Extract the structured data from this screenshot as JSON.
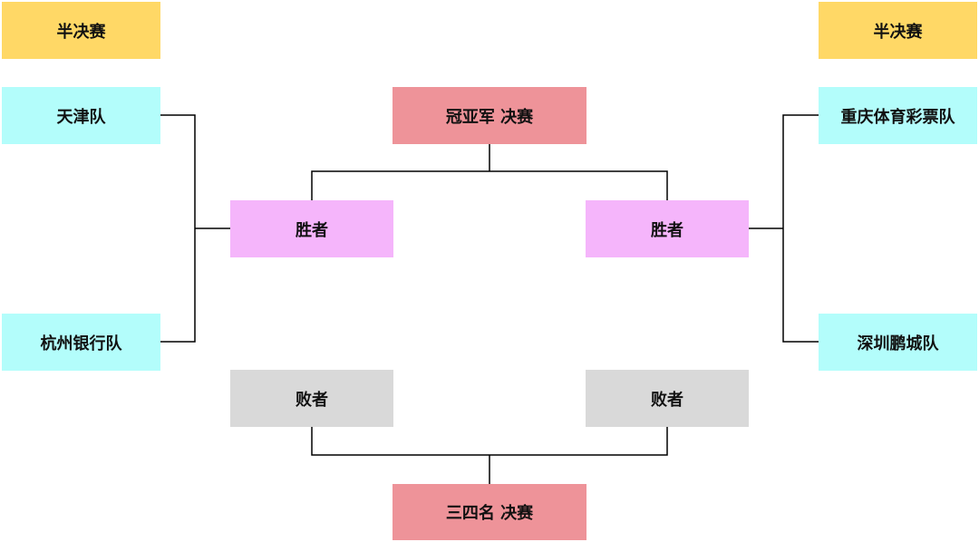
{
  "colors": {
    "header": "#ffd866",
    "team": "#b3fdfb",
    "final": "#ee9399",
    "winner": "#f5b5fb",
    "loser": "#d9d9d9",
    "line": "#000000"
  },
  "headers": {
    "left": "半决赛",
    "right": "半决赛"
  },
  "teams": {
    "top_left": "天津队",
    "bottom_left": "杭州银行队",
    "top_right": "重庆体育彩票队",
    "bottom_right": "深圳鹏城队"
  },
  "finals": {
    "championship": "冠亚军 决赛",
    "third_place": "三四名 决赛"
  },
  "results": {
    "winner_left": "胜者",
    "winner_right": "胜者",
    "loser_left": "败者",
    "loser_right": "败者"
  }
}
